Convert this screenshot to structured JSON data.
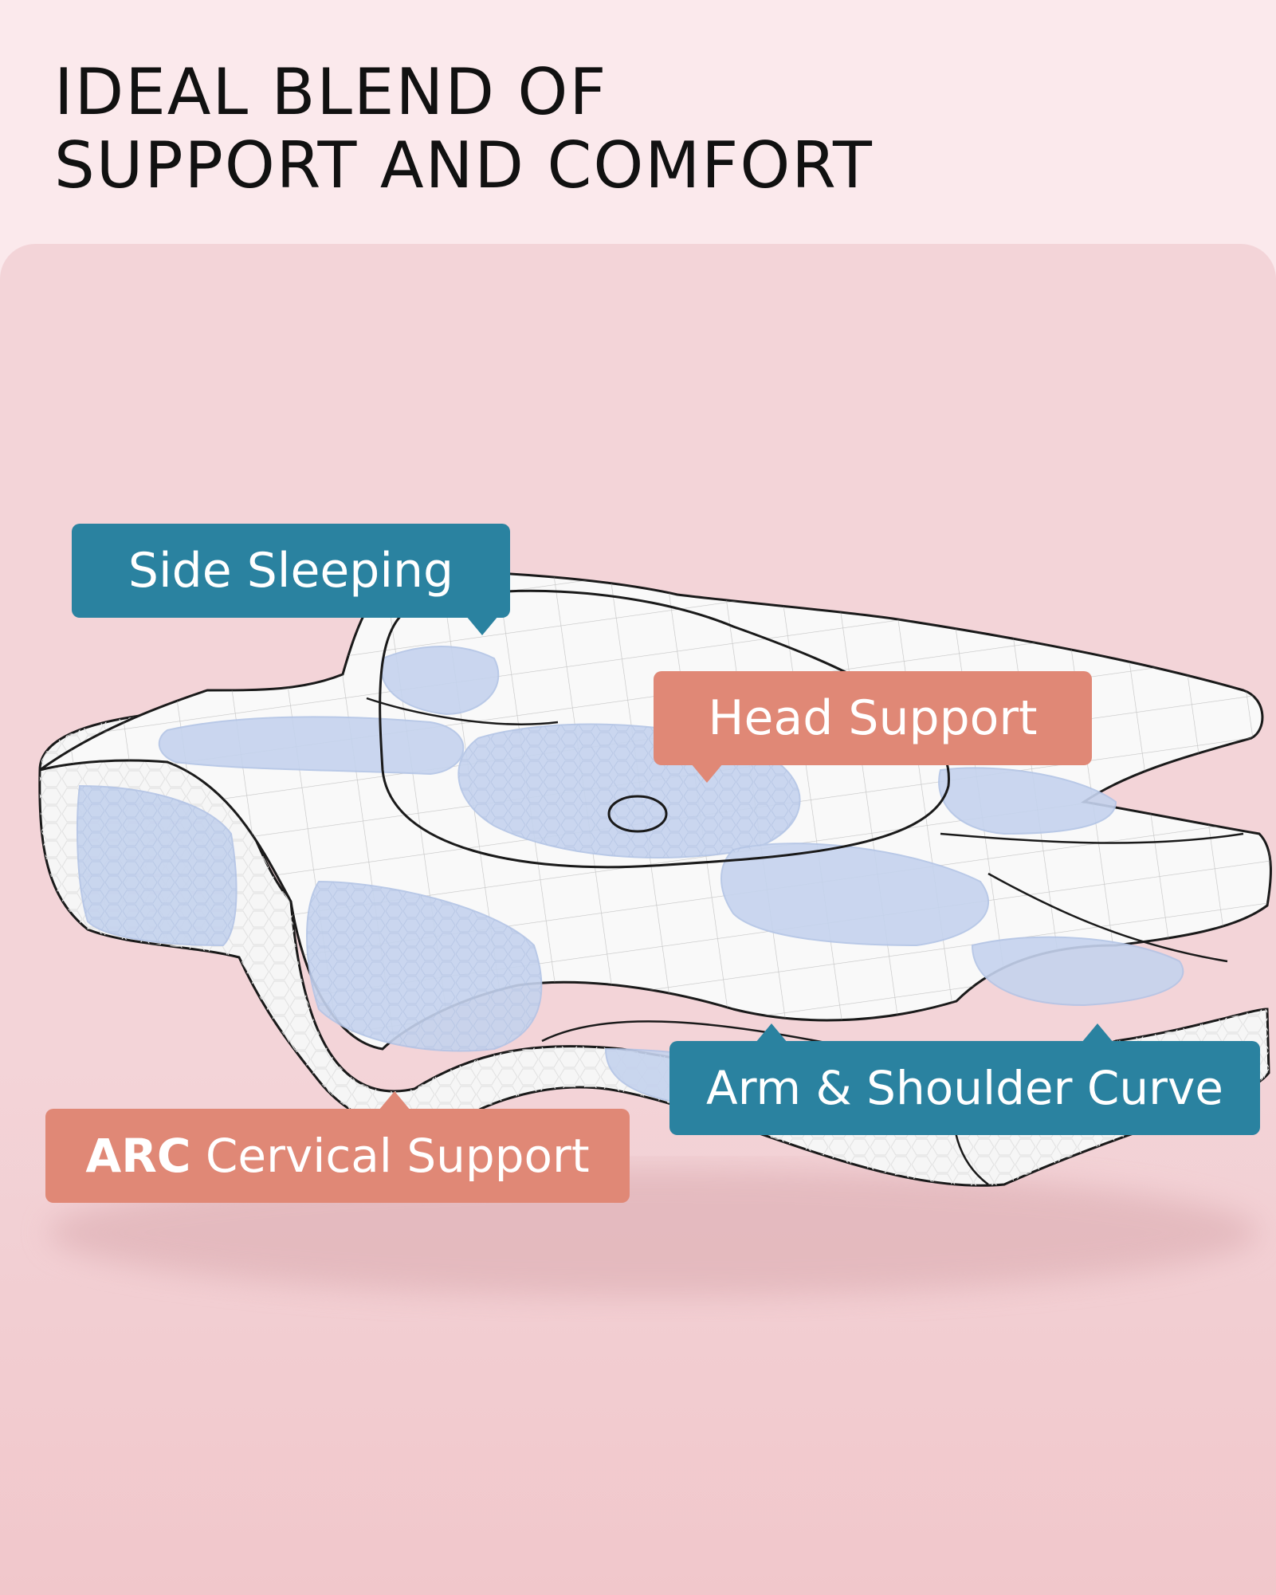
{
  "header": {
    "title_line1": "IDEAL BLEND OF",
    "title_line2": "SUPPORT AND COMFORT"
  },
  "callouts": {
    "side_sleeping": "Side Sleeping",
    "head_support": "Head Support",
    "arm_shoulder": "Arm & Shoulder Curve",
    "arc_bold": "ARC",
    "arc_rest": " Cervical Support"
  },
  "colors": {
    "background": "#fbe9ec",
    "panel": "#f3d4d8",
    "teal": "#2a82a0",
    "coral": "#e08876",
    "title_text": "#111111",
    "pillow_white": "#f7f7f7",
    "gel_blue": "#c5d3ee"
  },
  "image": {
    "subject": "contoured cervical memory foam pillow illustration"
  }
}
